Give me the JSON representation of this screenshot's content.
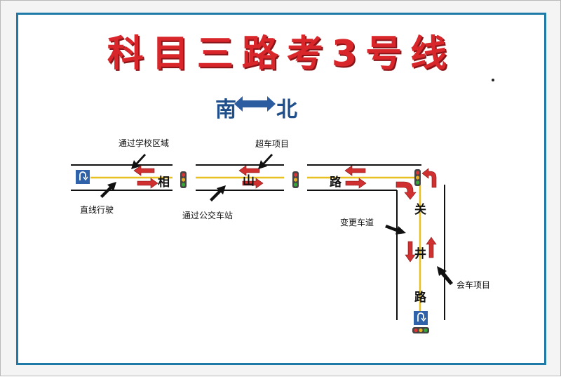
{
  "title": "科目三路考3号线",
  "direction": {
    "south": "南",
    "north": "北",
    "arrow_color": "#2b5da0"
  },
  "labels": {
    "school_zone": "通过学校区域",
    "straight_driving": "直线行驶",
    "overtake": "超车项目",
    "bus_stop": "通过公交车站",
    "lane_change": "变更车道",
    "meeting": "会车项目"
  },
  "road_name": {
    "xiang": "相",
    "shan": "山",
    "lu_horizontal": "路",
    "guan": "关",
    "jing": "井",
    "lu_vertical": "路"
  },
  "icons": {
    "start": "u-turn-sign-icon",
    "traffic_light": "traffic-light-icon",
    "arrow": "pointer-arrow-icon"
  },
  "colors": {
    "title": "#d8262b",
    "frame": "#1f7aa8",
    "road_line": "#111111",
    "center_line": "#e8c020",
    "lane_arrow": "#d03030",
    "sign_blue": "#2f62a8"
  }
}
